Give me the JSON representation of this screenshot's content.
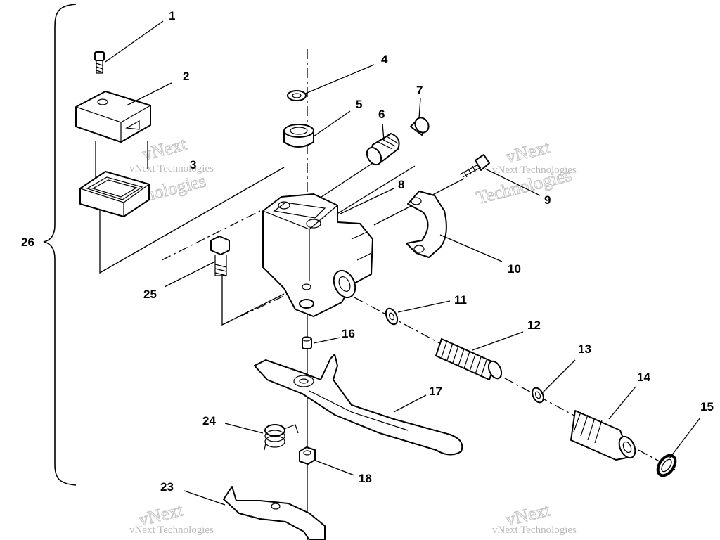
{
  "diagram": {
    "callouts": [
      "1",
      "2",
      "3",
      "4",
      "5",
      "6",
      "7",
      "8",
      "9",
      "10",
      "11",
      "12",
      "13",
      "14",
      "15",
      "16",
      "17",
      "18",
      "23",
      "24",
      "25",
      "26"
    ]
  },
  "watermarks": {
    "line1": "vNext Technologies",
    "line2": "vNext",
    "line3": "Technologies"
  }
}
